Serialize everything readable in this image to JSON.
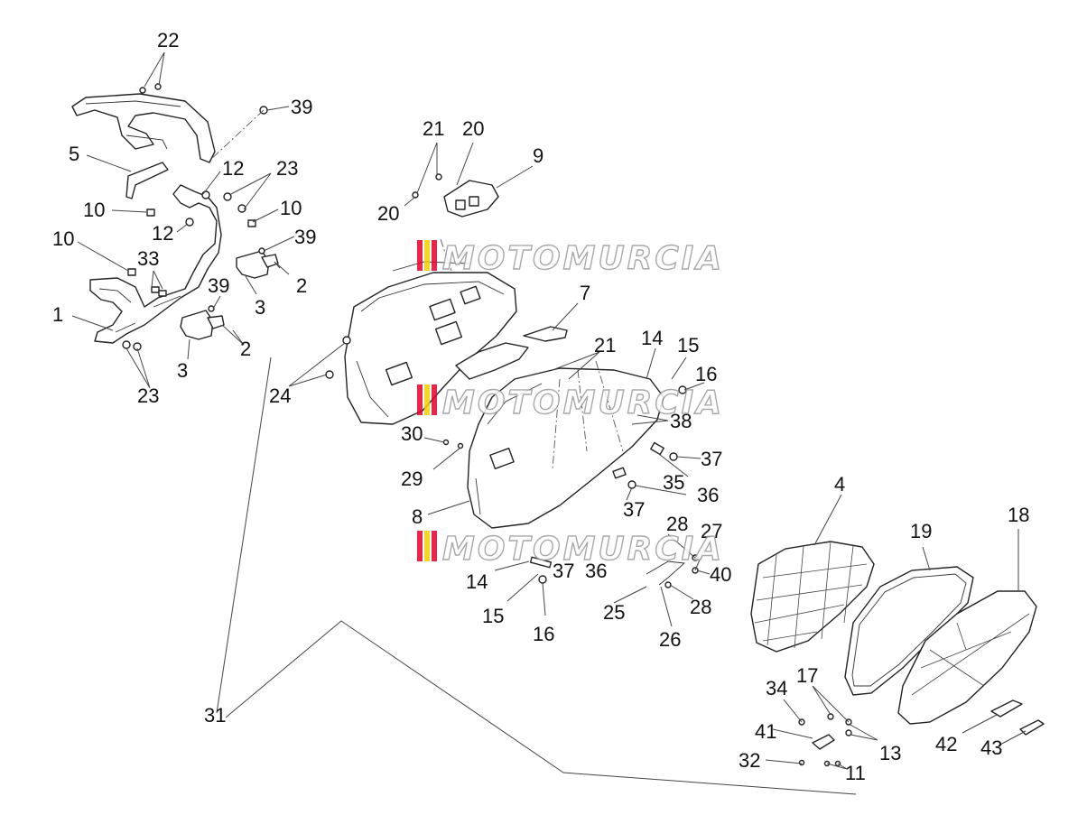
{
  "watermark": {
    "text": "MOTOMURCIA",
    "stripe_colors": [
      "#e4002b",
      "#f5d000",
      "#e4002b"
    ]
  },
  "callouts": [
    "1",
    "2",
    "2",
    "3",
    "3",
    "4",
    "5",
    "7",
    "8",
    "9",
    "10",
    "10",
    "10",
    "11",
    "12",
    "12",
    "13",
    "14",
    "14",
    "15",
    "15",
    "16",
    "16",
    "17",
    "18",
    "19",
    "20",
    "20",
    "21",
    "21",
    "22",
    "23",
    "23",
    "24",
    "25",
    "26",
    "27",
    "28",
    "28",
    "29",
    "30",
    "31",
    "32",
    "33",
    "34",
    "35",
    "36",
    "36",
    "37",
    "37",
    "37",
    "38",
    "39",
    "39",
    "39",
    "40",
    "41",
    "42",
    "43"
  ]
}
